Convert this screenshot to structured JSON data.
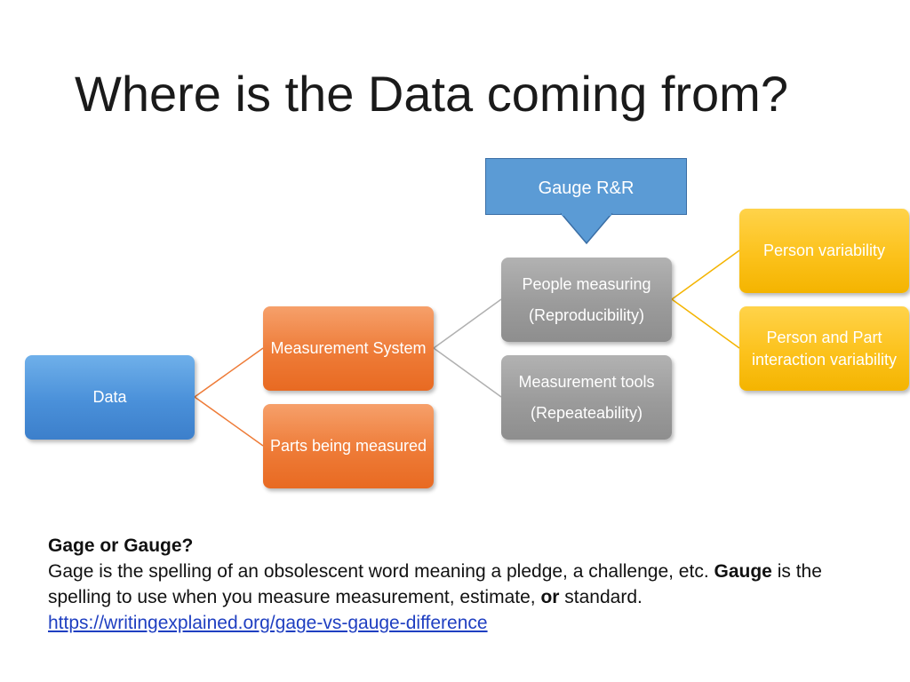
{
  "title": "Where is the Data coming from?",
  "callout": {
    "label": "Gauge R&R"
  },
  "nodes": {
    "data": "Data",
    "measurement_system": "Measurement System",
    "parts_measured": "Parts being measured",
    "people_measuring": {
      "line1": "People measuring",
      "line2": "(Reproducibility)"
    },
    "measurement_tools": {
      "line1": "Measurement tools",
      "line2": "(Repeateability)"
    },
    "person_variability": "Person variability",
    "person_part_interaction": "Person and Part interaction variability"
  },
  "note": {
    "heading": "Gage or Gauge?",
    "text1": "Gage is the spelling of an obsolescent word meaning a pledge, a challenge, etc. ",
    "bold1": "Gauge",
    "text2": " is the spelling to use when you measure measurement, estimate, ",
    "bold2": "or",
    "text3": " standard.",
    "link": "https://writingexplained.org/gage-vs-gauge-difference"
  },
  "colors": {
    "blue": "#4a90d9",
    "orange": "#ee7b37",
    "gray": "#9b9b9b",
    "yellow": "#fcc21c",
    "connector_orange": "#ee7b37",
    "connector_gray": "#b0b0b0",
    "connector_yellow": "#f4b400"
  }
}
